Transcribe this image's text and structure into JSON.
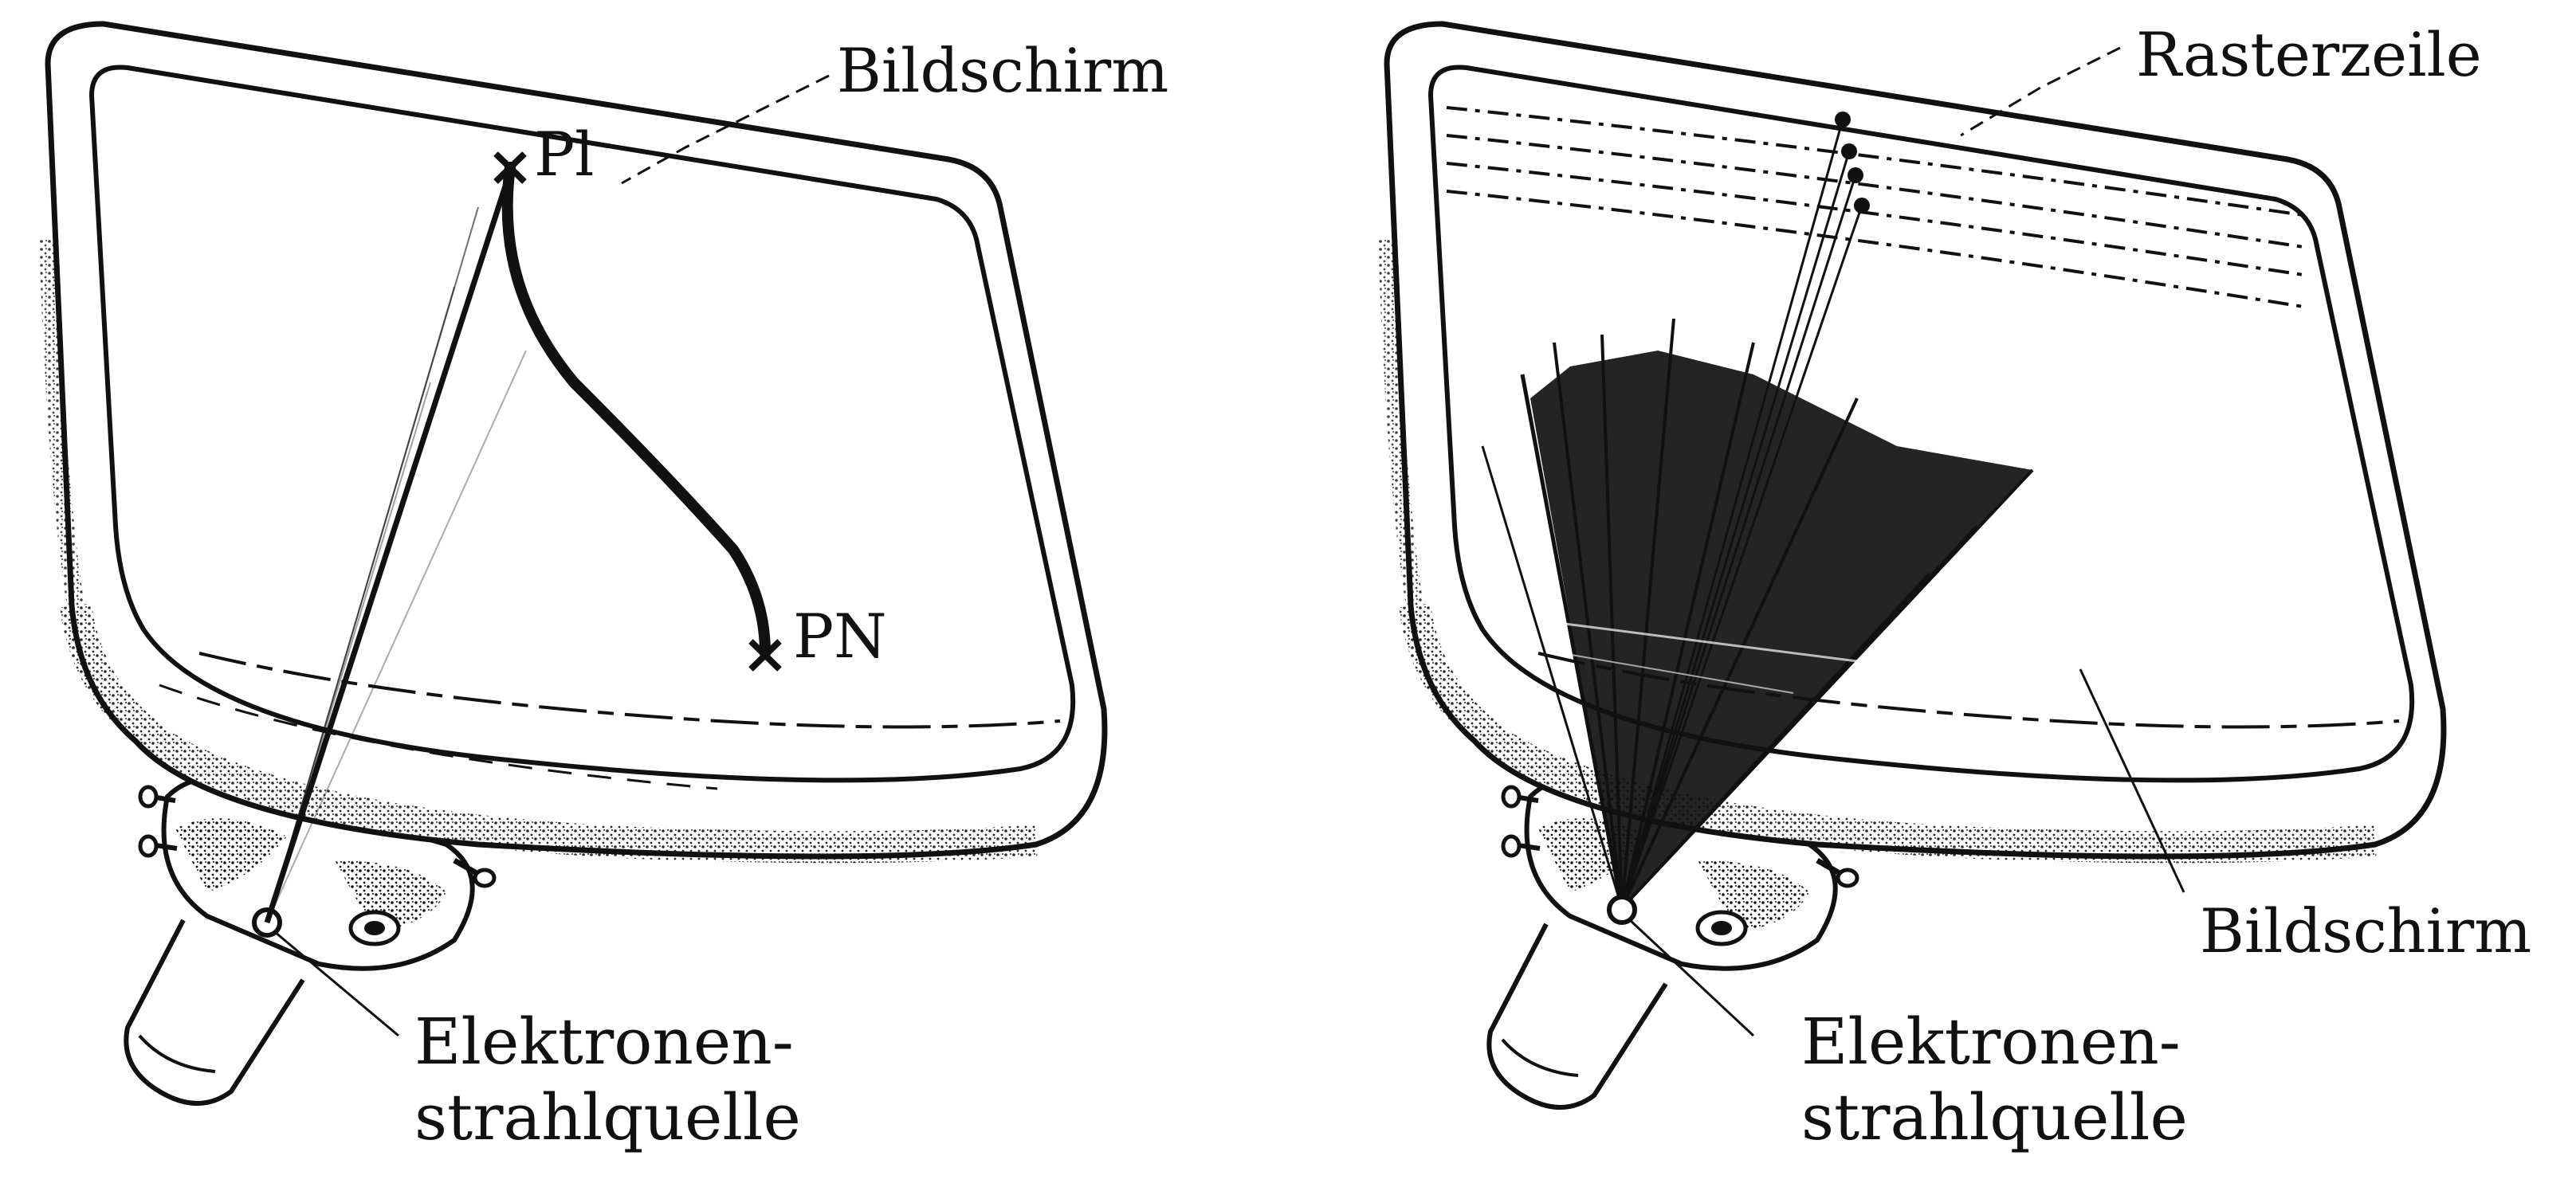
{
  "left_diagram": {
    "screen_label": "Bildschirm",
    "point_start_label": "Pl",
    "point_end_label": "PN",
    "source_label_line1": "Elektronen-",
    "source_label_line2": "strahlquelle"
  },
  "right_diagram": {
    "raster_label": "Rasterzeile",
    "screen_label": "Bildschirm",
    "source_label_line1": "Elektronen-",
    "source_label_line2": "strahlquelle"
  },
  "colors": {
    "ink": "#111111",
    "paper": "#ffffff",
    "shade": "#2a2a2a"
  }
}
